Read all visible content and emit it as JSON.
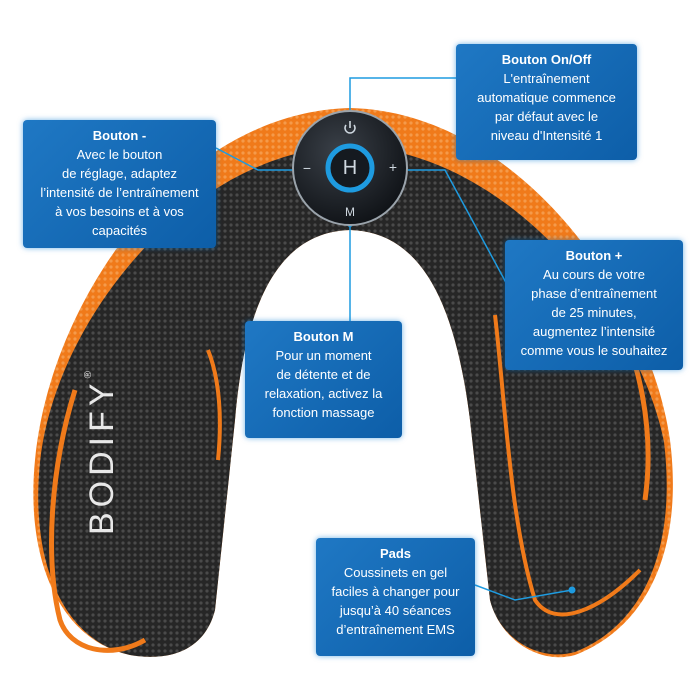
{
  "brand": "BODIFY",
  "brand_mark": "®",
  "controller": {
    "center_label": "H",
    "minus": "−",
    "plus": "+",
    "mode": "M",
    "power_icon": "power-icon"
  },
  "callouts": {
    "onoff": {
      "title": "Bouton On/Off",
      "text": "L'entraînement\nautomatique commence\npar défaut avec le\nniveau d'Intensité 1"
    },
    "minus": {
      "title": "Bouton -",
      "text": "Avec le bouton\nde réglage, adaptez\nl’intensité de l’entraînement\nà vos besoins et à vos\ncapacités"
    },
    "plus": {
      "title": "Bouton +",
      "text": "Au cours de votre\nphase d’entraînement\nde 25 minutes,\naugmentez l’intensité\ncomme vous le souhaitez"
    },
    "mode": {
      "title": "Bouton M",
      "text": "Pour un moment\nde détente et de\nrelaxation, activez la\nfonction massage"
    },
    "pads": {
      "title": "Pads",
      "text": "Coussinets en gel\nfaciles à changer pour\njusqu’à 40 séances\nd’entraînement EMS"
    }
  },
  "colors": {
    "callout": "#1668b5",
    "orange": "#f07a1a",
    "pad": "#2b2b2b",
    "accent": "#1e9be0"
  }
}
